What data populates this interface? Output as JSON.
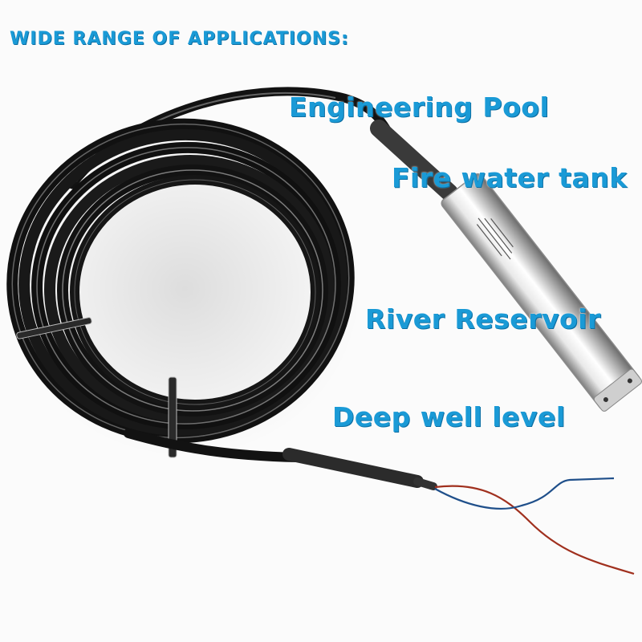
{
  "image": {
    "subject": "submersible liquid level sensor with coiled black cable",
    "heading": "WIDE RANGE OF APPLICATIONS:",
    "applications": [
      {
        "label": "Engineering Pool"
      },
      {
        "label": "Fire water tank"
      },
      {
        "label": "River Reservoir"
      },
      {
        "label": "Deep well level"
      }
    ],
    "colors": {
      "text_accent": "#1a9ad6",
      "cable": "#141414",
      "probe": "#c8c8c8",
      "wire_red": "#a0301e",
      "wire_blue": "#1f4f8a",
      "background": "#fbfbfb"
    }
  }
}
